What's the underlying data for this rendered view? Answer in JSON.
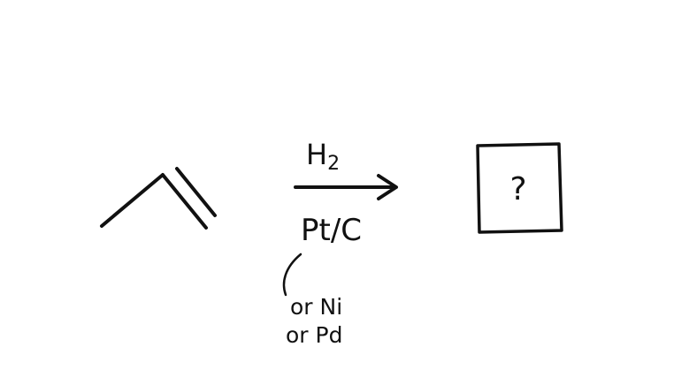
{
  "reaction": {
    "reagent_above_arrow": "H",
    "reagent_subscript": "2",
    "catalyst_below_arrow": "Pt/C",
    "alternative_catalysts": [
      "or Ni",
      "or Pd"
    ],
    "product_placeholder": "?"
  },
  "colors": {
    "ink": "#111111",
    "background": "#ffffff"
  }
}
